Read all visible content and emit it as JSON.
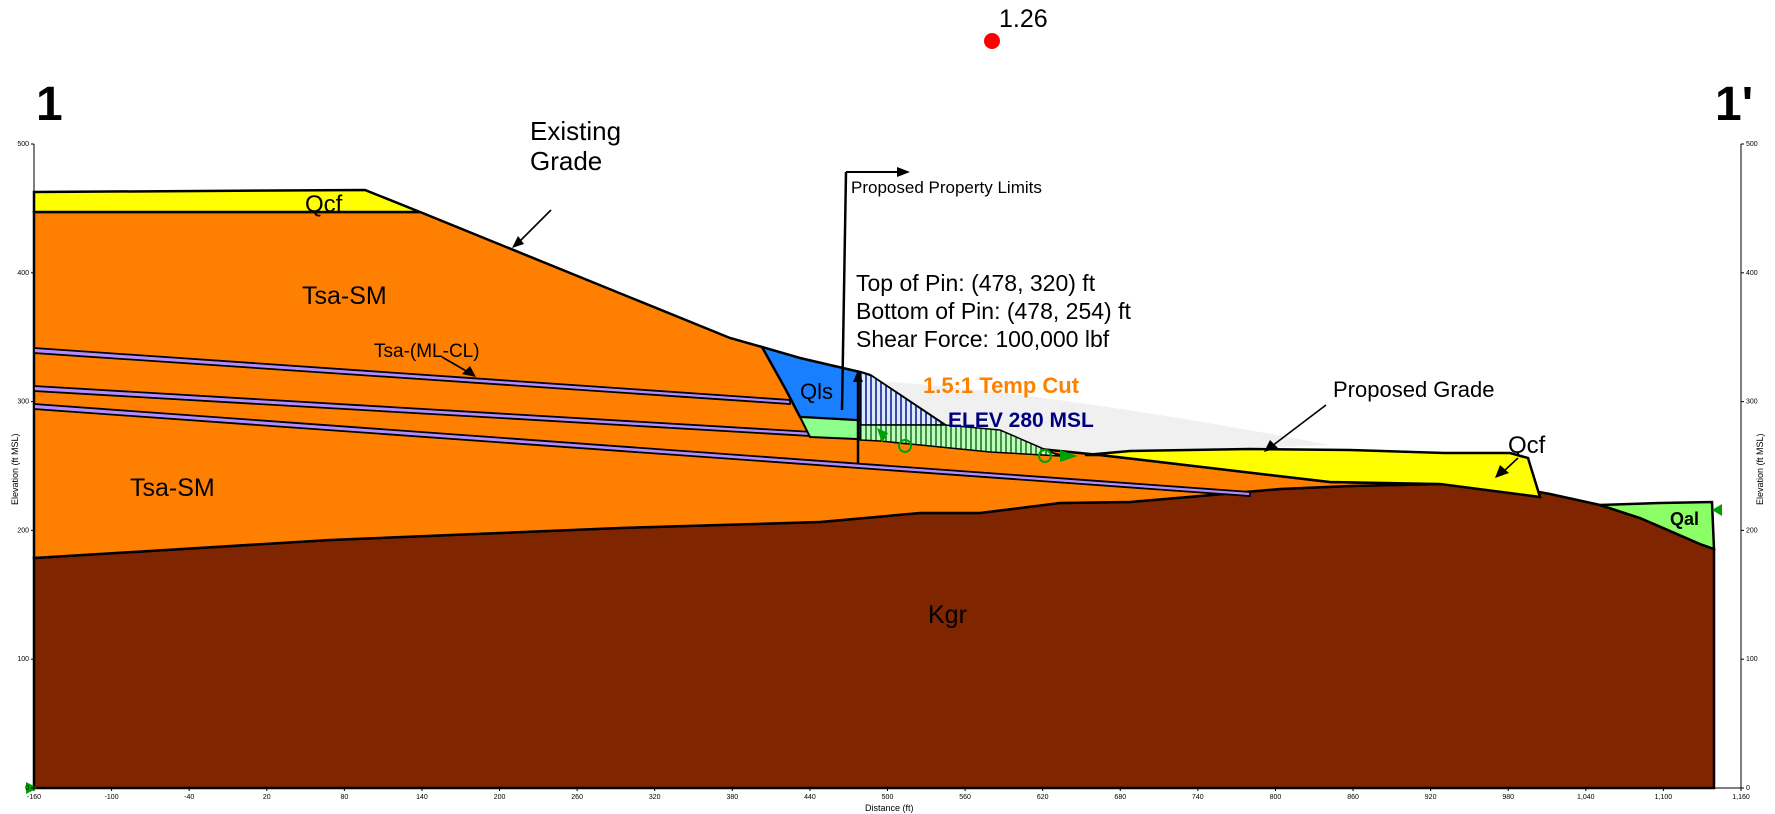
{
  "section": {
    "left_marker": "1",
    "right_marker": "1'"
  },
  "safety_factor": {
    "value": "1.26",
    "color": "#ff0000"
  },
  "axes": {
    "x_title": "Distance (ft)",
    "y_title": "Elevation (ft MSL)",
    "x_ticks": [
      "-160",
      "-100",
      "-40",
      "20",
      "80",
      "140",
      "200",
      "260",
      "320",
      "380",
      "440",
      "500",
      "560",
      "620",
      "680",
      "740",
      "800",
      "860",
      "920",
      "980",
      "1,040",
      "1,100",
      "1,160"
    ],
    "y_ticks_left": [
      "500",
      "400",
      "300",
      "200",
      "100",
      "0"
    ],
    "y_ticks_right": [
      "500",
      "400",
      "300",
      "200",
      "100",
      "0"
    ]
  },
  "units": {
    "qcf_top": "Qcf",
    "tsa_sm_upper": "Tsa-SM",
    "tsa_ml_cl": "Tsa-(ML-CL)",
    "tsa_sm_lower": "Tsa-SM",
    "qls": "Qls",
    "kgr": "Kgr",
    "qcf_right": "Qcf",
    "qal": "Qal"
  },
  "annotations": {
    "existing_grade_line1": "Existing",
    "existing_grade_line2": "Grade",
    "property_limits": "Proposed Property Limits",
    "pin_top": "Top of Pin: (478, 320) ft",
    "pin_bottom": "Bottom of Pin: (478, 254) ft",
    "shear_force": "Shear Force: 100,000 lbf",
    "temp_cut": "1.5:1 Temp Cut",
    "elev": "ELEV 280 MSL",
    "proposed_grade": "Proposed Grade"
  },
  "colors": {
    "qcf": "#ffff00",
    "tsa_sm": "#ff8000",
    "tsa_ml_cl": "#b38cff",
    "qls": "#1a7fff",
    "green_fill": "#8cff8c",
    "kgr": "#7f2500",
    "qal": "#8cff66",
    "temp_cut_text": "#ff8000",
    "elev_text": "#00007f"
  }
}
